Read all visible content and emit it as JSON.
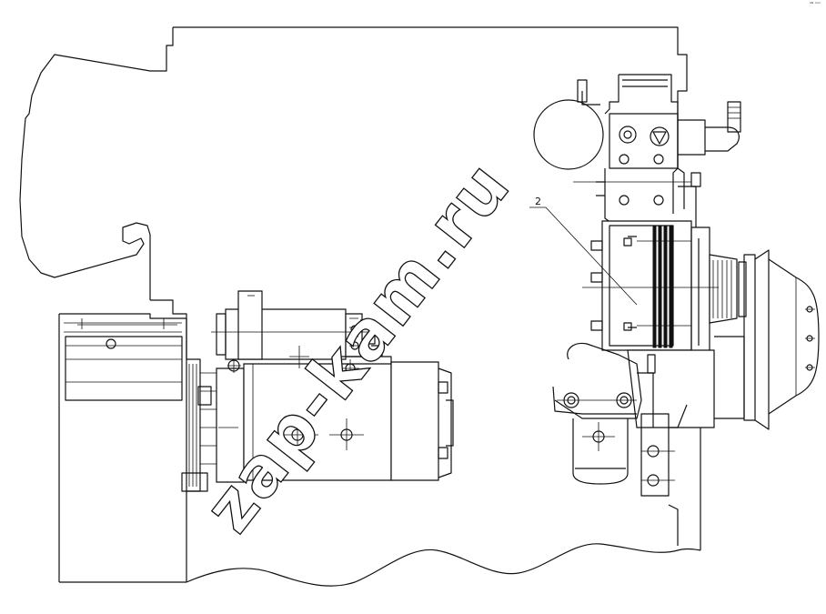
{
  "drawing": {
    "callouts": [
      {
        "id": "callout-2",
        "label": "2"
      }
    ],
    "corner_mark": "ᵃᴺ ᵐᵐ"
  },
  "watermark": {
    "text": "zap-kam.ru"
  }
}
